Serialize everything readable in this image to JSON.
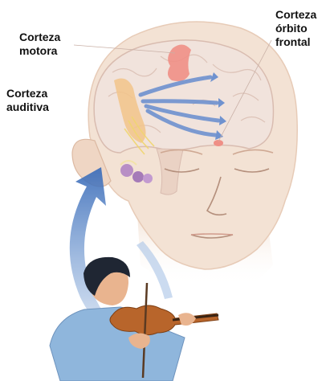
{
  "labels": {
    "motor_cortex": [
      "Corteza",
      "motora"
    ],
    "auditory_cortex": [
      "Corteza",
      "auditiva"
    ],
    "orbitofrontal_cortex": [
      "Corteza",
      "órbito",
      "frontal"
    ]
  },
  "colors": {
    "skin": "#f3e2d4",
    "skin_shadow": "#e7cbb7",
    "brain": "#f1e3dc",
    "motor_area": "#ef8f86",
    "auditory_area": "#f2c48a",
    "arrow_blue": "#6f92cf",
    "big_arrow": "#5b89c9",
    "inner_ear": "#b88fc5",
    "shirt": "#8fb6dc",
    "violin": "#b8652b"
  }
}
